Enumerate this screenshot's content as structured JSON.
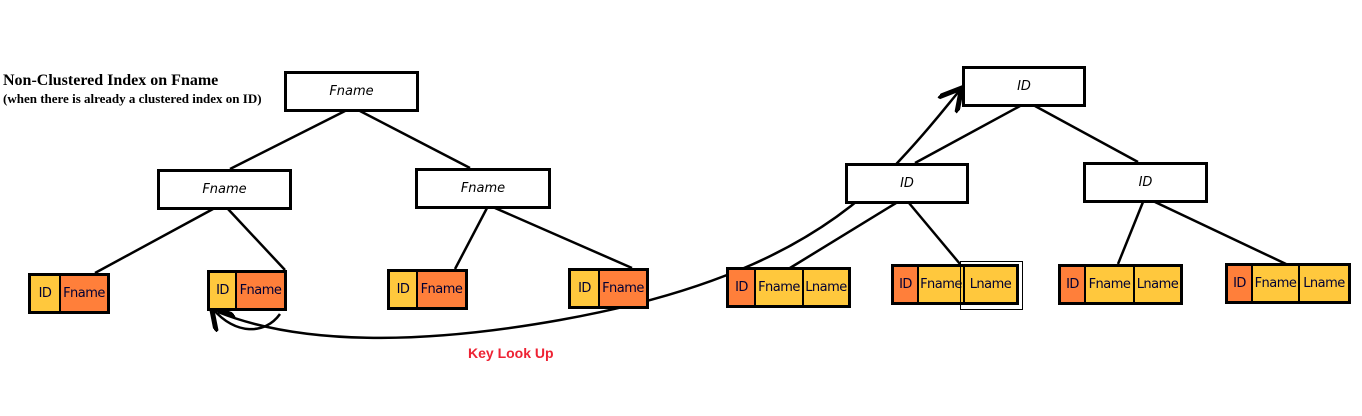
{
  "title": {
    "heading": "Non-Clustered Index on Fname",
    "subheading": "(when there is already a clustered index on ID)"
  },
  "nonclustered_tree": {
    "root": "Fname",
    "branches": [
      "Fname",
      "Fname"
    ],
    "leaves": [
      {
        "id": "ID",
        "key": "Fname"
      },
      {
        "id": "ID",
        "key": "Fname"
      },
      {
        "id": "ID",
        "key": "Fname"
      },
      {
        "id": "ID",
        "key": "Fname"
      }
    ]
  },
  "clustered_tree": {
    "root": "ID",
    "branches": [
      "ID",
      "ID"
    ],
    "leaves": [
      {
        "id": "ID",
        "fname": "Fname",
        "lname": "Lname"
      },
      {
        "id": "ID",
        "fname": "Fname",
        "lname": "Lname"
      },
      {
        "id": "ID",
        "fname": "Fname",
        "lname": "Lname"
      },
      {
        "id": "ID",
        "fname": "Fname",
        "lname": "Lname"
      }
    ]
  },
  "annotation": "Key Look Up",
  "colors": {
    "yellow": "#FFC83D",
    "orange": "#FF7F3A",
    "annotation": "#ee2233"
  }
}
